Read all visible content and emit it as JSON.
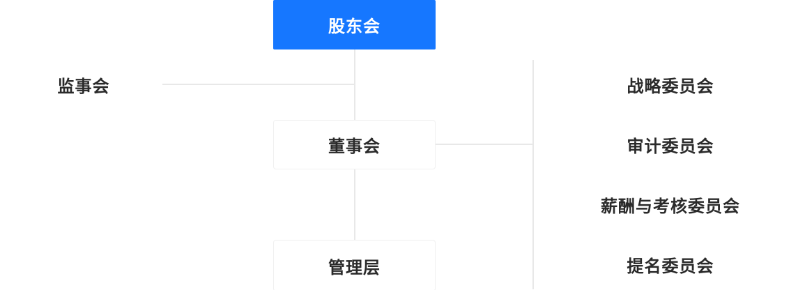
{
  "diagram": {
    "type": "org-structure-chart",
    "root": {
      "label": "股东会"
    },
    "supervisory": {
      "label": "监事会"
    },
    "board": {
      "label": "董事会"
    },
    "management": {
      "label": "管理层"
    },
    "committees": [
      {
        "label": "战略委员会"
      },
      {
        "label": "审计委员会"
      },
      {
        "label": "薪酬与考核委员会"
      },
      {
        "label": "提名委员会"
      }
    ],
    "colors": {
      "accent_blue": "#1677ff",
      "root_text": "#ffffff",
      "node_text": "#2a2a2a",
      "connector_line": "#e8e8e8",
      "card_border": "#f0f0f0",
      "background": "#ffffff"
    }
  }
}
